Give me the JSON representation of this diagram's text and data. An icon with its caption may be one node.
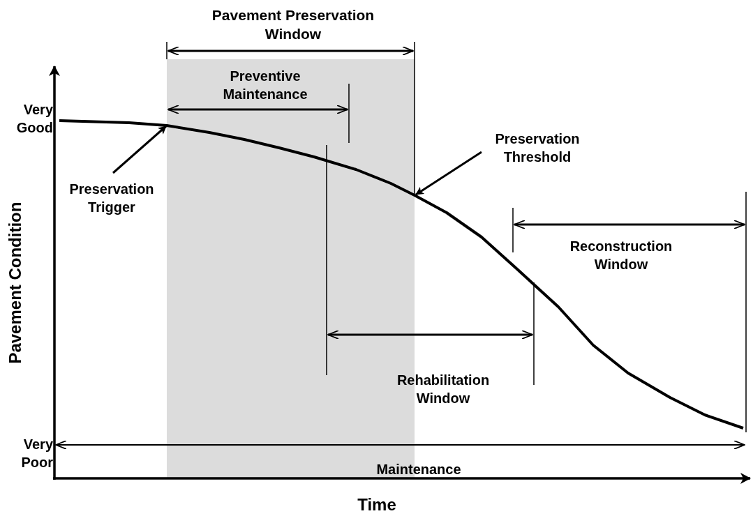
{
  "diagram": {
    "nodes": [
      {
        "text": [
          "Preservation Trigger"
        ]
      },
      {
        "text": [
          "Preservation Threshold"
        ]
      }
    ],
    "edges": [
      {
        "from": 0,
        "to": null,
        "arrow": "to"
      },
      {
        "from": 1,
        "to": null,
        "arrow": "to"
      }
    ],
    "labels": [
      "Pavement Preservation Window",
      "Preventive Maintenance",
      "Very Good",
      "Pavement Condition",
      "Reconstruction Window",
      "Rehabilitation Window",
      "Very Poor",
      "Maintenance",
      "Time"
    ]
  }
}
